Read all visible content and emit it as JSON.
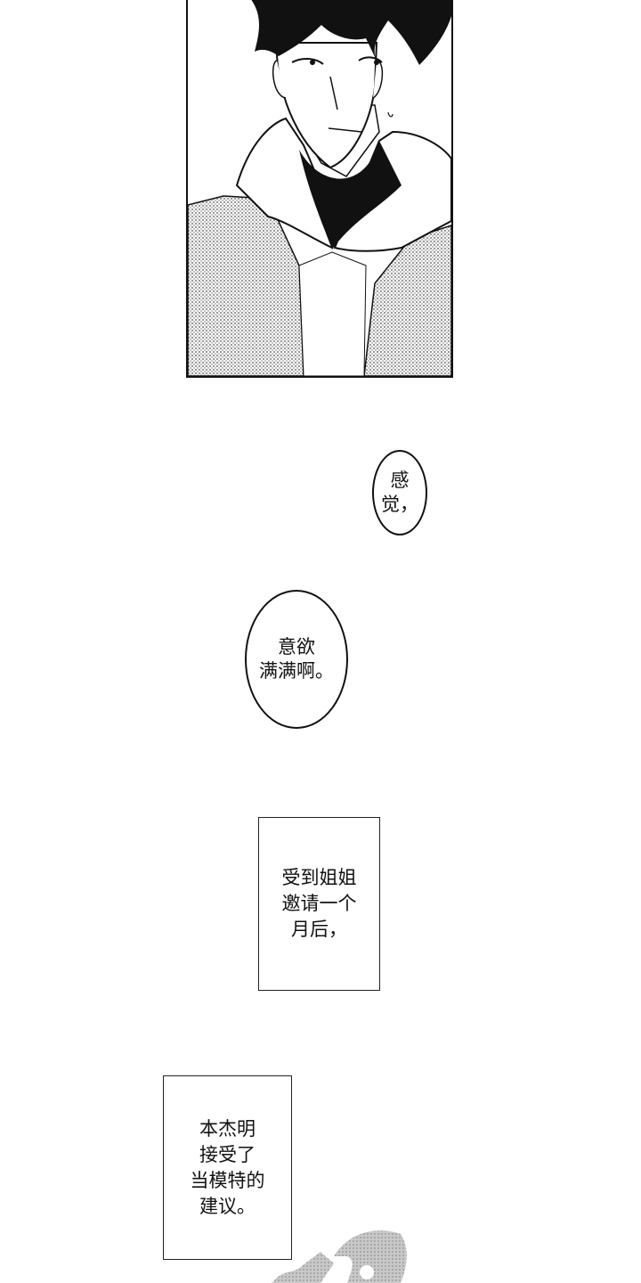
{
  "panel": {
    "description": "Manga panel: dark-haired young man in a hoodie looking down, screentone jacket"
  },
  "bubbles": [
    {
      "text": "感觉，"
    },
    {
      "text": "意欲\n满满啊。"
    }
  ],
  "captions": [
    {
      "text": "受到姐姐\n邀请一个\n月后，"
    },
    {
      "text": "本杰明\n接受了\n当模特的\n建议。"
    }
  ],
  "colors": {
    "ink": "#111111",
    "screentone": "#b9b9b9",
    "background": "#ffffff"
  }
}
